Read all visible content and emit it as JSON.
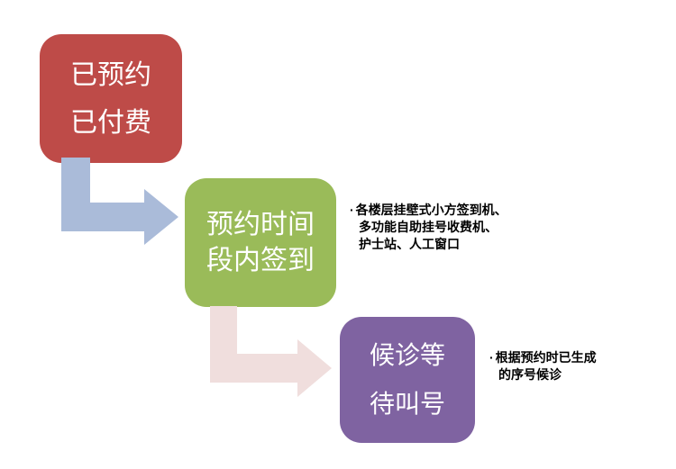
{
  "diagram": {
    "boxes": [
      {
        "id": "booked",
        "lines": [
          "已预约",
          "已付费"
        ],
        "color": "#be4b48"
      },
      {
        "id": "checkin",
        "lines": [
          "预约时间",
          "段内签到"
        ],
        "color": "#9abb59"
      },
      {
        "id": "waiting",
        "lines": [
          "候诊等",
          "待叫号"
        ],
        "color": "#7f63a1"
      }
    ],
    "arrows": [
      {
        "id": "arrow-booked-to-checkin",
        "color": "#aabbd9"
      },
      {
        "id": "arrow-checkin-to-waiting",
        "color": "#f0dedd"
      }
    ],
    "notes": [
      {
        "bullet": "·",
        "lines": [
          "各楼层挂壁式小方签到机、",
          "多功能自助挂号收费机、",
          "护士站、人工窗口"
        ]
      },
      {
        "bullet": "·",
        "lines": [
          "根据预约时已生成",
          "的序号候诊"
        ]
      }
    ]
  }
}
